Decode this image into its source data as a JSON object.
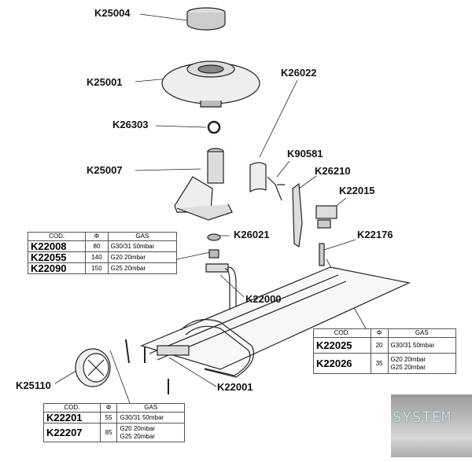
{
  "labels": {
    "k25004": "K25004",
    "k25001": "K25001",
    "k26022": "K26022",
    "k26303": "K26303",
    "k90581": "K90581",
    "k25007": "K25007",
    "k26210": "K26210",
    "k22015": "K22015",
    "k26021": "K26021",
    "k22176": "K22176",
    "k22000": "K22000",
    "k25110": "K25110",
    "k22001": "K22001"
  },
  "tables": [
    {
      "headers": [
        "COD.",
        "Φ",
        "GAS"
      ],
      "rows": [
        {
          "code": "K22008",
          "d": "80",
          "gas": "G30/31 50mbar"
        },
        {
          "code": "K22055",
          "d": "140",
          "gas": "G20 20mbar"
        },
        {
          "code": "K22090",
          "d": "150",
          "gas": "G25 20mbar"
        }
      ]
    },
    {
      "headers": [
        "COD.",
        "Φ",
        "GAS"
      ],
      "rows": [
        {
          "code": "K22025",
          "d": "20",
          "gas": "G30/31 50mbar",
          "gas2": ""
        },
        {
          "code": "K22026",
          "d": "35",
          "gas": "G20 20mbar",
          "gas2": "G25 20mbar"
        }
      ]
    },
    {
      "headers": [
        "COD.",
        "Φ",
        "GAS"
      ],
      "rows": [
        {
          "code": "K22201",
          "d": "55",
          "gas": "G30/31 50mbar",
          "gas2": ""
        },
        {
          "code": "K22207",
          "d": "85",
          "gas": "G20 20mbar",
          "gas2": "G25 20mbar"
        }
      ]
    }
  ],
  "logo": {
    "text": "SYSTEM"
  }
}
